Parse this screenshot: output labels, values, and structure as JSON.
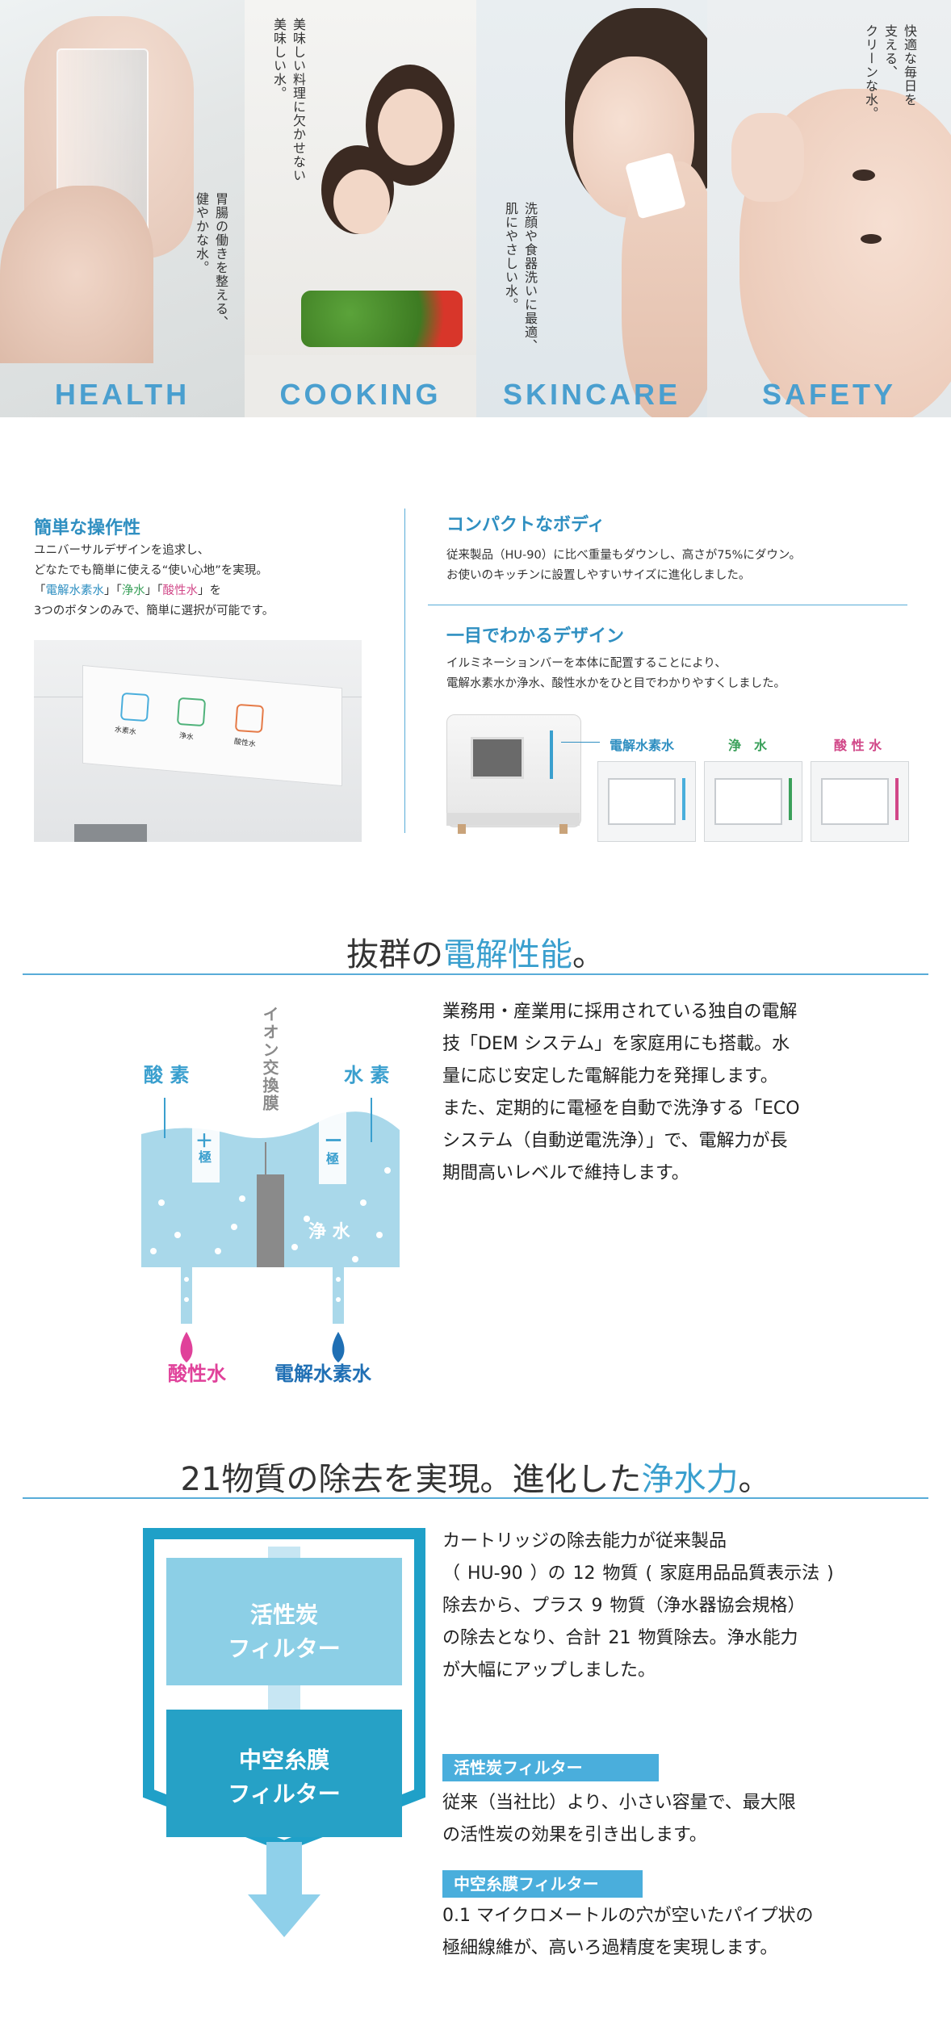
{
  "hero": {
    "panels": [
      {
        "label": "HEALTH",
        "caption": "胃腸の働きを整える、\n健やかな水。"
      },
      {
        "label": "COOKING",
        "caption": "美味しい料理に欠かせない\n美味しい水。"
      },
      {
        "label": "SKINCARE",
        "caption": "洗顔や食器洗いに最適、\n肌にやさしい水。"
      },
      {
        "label": "SAFETY",
        "caption": "快適な毎日を\n支える、\nクリーンな水。"
      }
    ]
  },
  "features": {
    "easy": {
      "title": "簡単な操作性",
      "lines": [
        "ユニバーサルデザインを追求し、",
        "どなたでも簡単に使える“使い心地”を実現。"
      ],
      "buttons_line": {
        "open": "「",
        "b1": "電解水素水",
        "sep1": "」「",
        "b2": "浄水",
        "sep2": "」「",
        "b3": "酸性水",
        "close": "」を"
      },
      "last_line": "3つのボタンのみで、簡単に選択が可能です。",
      "panel_buttons": [
        "水素水",
        "浄水",
        "酸性水"
      ]
    },
    "compact": {
      "title": "コンパクトなボディ",
      "lines": [
        "従来製品（HU-90）に比べ重量もダウンし、高さが75%にダウン。",
        "お使いのキッチンに設置しやすいサイズに進化しました。"
      ]
    },
    "design": {
      "title": "一目でわかるデザイン",
      "lines": [
        "イルミネーションバーを本体に配置することにより、",
        "電解水素水か浄水、酸性水かをひと目でわかりやすくしました。"
      ],
      "modes": [
        "電解水素水",
        "浄　水",
        "酸 性 水"
      ]
    }
  },
  "electrolysis": {
    "heading_plain": "抜群の",
    "heading_accent": "電解性能",
    "heading_end": "。",
    "diagram": {
      "oxygen": "酸 素",
      "hydrogen": "水 素",
      "membrane": "イオン交換膜",
      "plus": "＋",
      "plus_sub": "極",
      "minus": "ー",
      "minus_sub": "極",
      "clean": "浄 水",
      "acid": "酸性水",
      "hydro_water": "電解水素水"
    },
    "text_lines": [
      "業務用・産業用に採用されている独自の電解",
      "技「DEM システム」を家庭用にも搭載。水",
      "量に応じ安定した電解能力を発揮します。",
      "また、定期的に電極を自動で洗浄する「ECO",
      "システム（自動逆電洗浄）」で、電解力が長",
      "期間高いレベルで維持します。"
    ],
    "colors": {
      "accent": "#3a9fce",
      "acid": "#e0419a",
      "hydrogen": "#1f6fb4",
      "water": "#a9d8ea"
    }
  },
  "purification": {
    "heading_plain": "21物質の除去を実現。進化した",
    "heading_accent": "浄水力",
    "heading_end": "。",
    "filter1": [
      "活性炭",
      "フィルター"
    ],
    "filter2": [
      "中空糸膜",
      "フィルター"
    ],
    "text_lines": [
      "カートリッジの除去能力が従来製品",
      "（ HU-90 ）の 12 物質 ( 家庭用品品質表示法 )",
      "除去から、プラス 9 物質（浄水器協会規格）",
      "の除去となり、合計 21 物質除去。浄水能力",
      "が大幅にアップしました。"
    ],
    "tag1": "活性炭フィルター",
    "tag1_lines": [
      "従来（当社比）より、小さい容量で、最大限",
      "の活性炭の効果を引き出します。"
    ],
    "tag2": "中空糸膜フィルター",
    "tag2_lines": [
      "0.1 マイクロメートルの穴が空いたパイプ状の",
      "極細線維が、高いろ過精度を実現します。"
    ]
  }
}
